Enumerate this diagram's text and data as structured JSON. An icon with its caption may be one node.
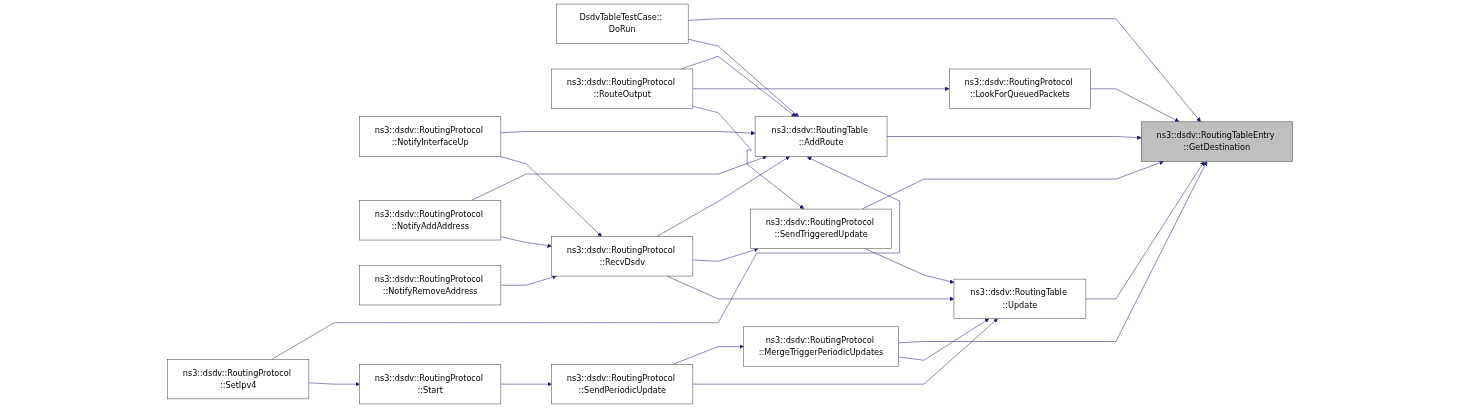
{
  "diagram": {
    "nodes": [
      {
        "text": [
          "ns3::dsdv::RoutingTableEntry ::GetDestination"
        ]
      },
      {
        "text": [
          "ns3::dsdv::RoutingTable ::AddRoute"
        ]
      },
      {
        "text": [
          "ns3::dsdv::RoutingProtocol ::LookForQueuedPackets"
        ]
      },
      {
        "text": [
          "ns3::dsdv::RoutingProtocol ::SendTriggeredUpdate"
        ]
      },
      {
        "text": [
          "ns3::dsdv::RoutingProtocol ::MergeTriggerPeriodicUpdates"
        ]
      },
      {
        "text": [
          "ns3::dsdv::RoutingTable ::Update"
        ]
      },
      {
        "text": [
          "DsdvTableTestCase:: DoRun"
        ]
      },
      {
        "text": [
          "ns3::dsdv::RoutingProtocol ::NotifyInterfaceUp"
        ]
      },
      {
        "text": [
          "ns3::dsdv::RoutingProtocol ::NotifyAddAddress"
        ]
      },
      {
        "text": [
          "ns3::dsdv::RoutingProtocol ::RouteOutput"
        ]
      },
      {
        "text": [
          "ns3::dsdv::RoutingProtocol ::RecvDsdv"
        ]
      },
      {
        "text": [
          "ns3::dsdv::RoutingProtocol ::NotifyRemoveAddress"
        ]
      },
      {
        "text": [
          "ns3::dsdv::RoutingProtocol ::SendPeriodicUpdate"
        ]
      },
      {
        "text": [
          "ns3::dsdv::RoutingProtocol ::SetIpv4"
        ]
      },
      {
        "text": [
          "ns3::dsdv::RoutingProtocol ::Start"
        ]
      }
    ],
    "edges": [
      {
        "from": 1,
        "to": 0,
        "arrow": "to"
      },
      {
        "from": 2,
        "to": 0,
        "arrow": "to"
      },
      {
        "from": 3,
        "to": 0,
        "arrow": "to"
      },
      {
        "from": 4,
        "to": 0,
        "arrow": "to"
      },
      {
        "from": 5,
        "to": 0,
        "arrow": "to"
      },
      {
        "from": 6,
        "to": 0,
        "arrow": "to"
      },
      {
        "from": 6,
        "to": 1,
        "arrow": "to"
      },
      {
        "from": 13,
        "to": 1,
        "arrow": "to"
      },
      {
        "from": 7,
        "to": 1,
        "arrow": "to"
      },
      {
        "from": 8,
        "to": 1,
        "arrow": "to"
      },
      {
        "from": 9,
        "to": 1,
        "arrow": "to"
      },
      {
        "from": 10,
        "to": 1,
        "arrow": "to"
      },
      {
        "from": 9,
        "to": 2,
        "arrow": "to"
      },
      {
        "from": 9,
        "to": 3,
        "arrow": "to"
      },
      {
        "from": 10,
        "to": 3,
        "arrow": "to"
      },
      {
        "from": 12,
        "to": 4,
        "arrow": "to"
      },
      {
        "from": 3,
        "to": 5,
        "arrow": "to"
      },
      {
        "from": 4,
        "to": 5,
        "arrow": "to"
      },
      {
        "from": 10,
        "to": 5,
        "arrow": "to"
      },
      {
        "from": 12,
        "to": 5,
        "arrow": "to"
      },
      {
        "from": 7,
        "to": 10,
        "arrow": "to"
      },
      {
        "from": 8,
        "to": 10,
        "arrow": "to"
      },
      {
        "from": 11,
        "to": 10,
        "arrow": "to"
      },
      {
        "from": 14,
        "to": 12,
        "arrow": "to"
      },
      {
        "from": 13,
        "to": 14,
        "arrow": "to"
      }
    ]
  }
}
